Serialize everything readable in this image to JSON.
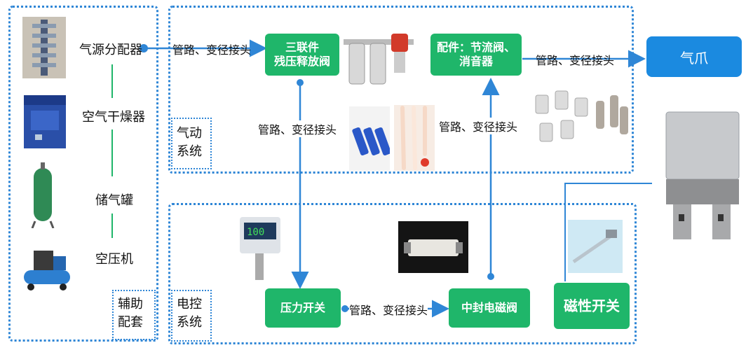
{
  "aux": {
    "items": [
      "气源分配器",
      "空气干燥器",
      "储气罐",
      "空压机"
    ],
    "section_label": [
      "辅助",
      "配套"
    ]
  },
  "pneumatic": {
    "section_label": [
      "气动",
      "系统"
    ]
  },
  "electric": {
    "section_label": [
      "电控",
      "系统"
    ]
  },
  "nodes": {
    "frl": [
      "三联件",
      "残压释放阀"
    ],
    "fittings": [
      "配件：节流阀、",
      "消音器"
    ],
    "gripper": "气爪",
    "pressure_switch": "压力开关",
    "solenoid": "中封电磁阀",
    "magnetic_switch": "磁性开关"
  },
  "edge_label": "管路、变径接头",
  "colors": {
    "green": "#1fb66a",
    "blue": "#1b8ae0",
    "line": "#2f86d6"
  }
}
